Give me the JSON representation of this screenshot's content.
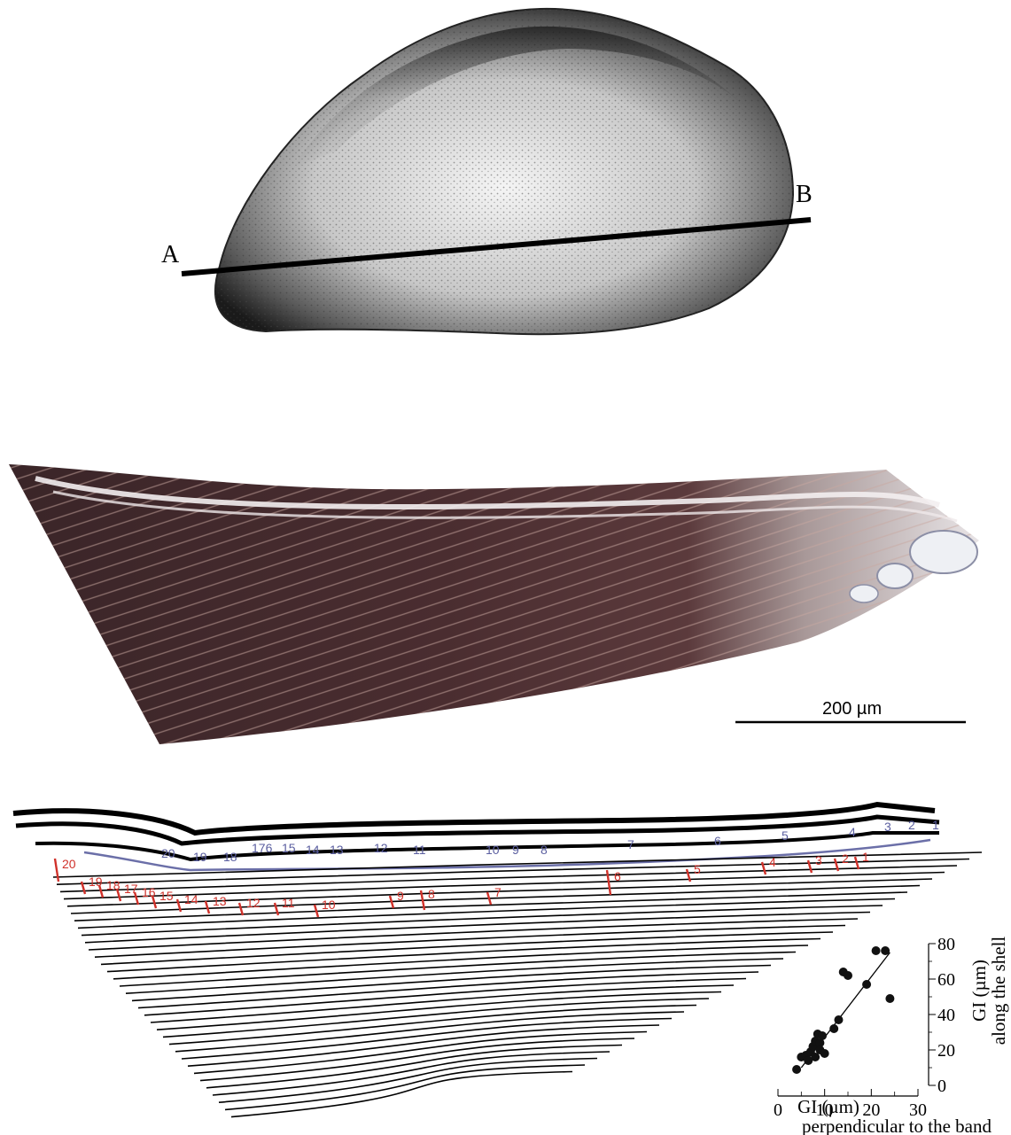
{
  "shell_drawing": {
    "point_a": "A",
    "point_b": "B"
  },
  "micrograph": {
    "scale_bar_label": "200 µm"
  },
  "band_drawing": {
    "blue_labels": [
      "20",
      "19",
      "18",
      "176",
      "15",
      "14",
      "13",
      "12",
      "11",
      "10",
      "9",
      "8",
      "7",
      "6",
      "5",
      "4",
      "3",
      "2",
      "1"
    ],
    "red_labels": [
      "20",
      "19",
      "18",
      "17",
      "16",
      "15",
      "14",
      "13",
      "12",
      "11",
      "10",
      "9",
      "8",
      "7",
      "6",
      "5",
      "4",
      "3",
      "2",
      "1"
    ]
  },
  "chart_data": {
    "type": "scatter",
    "xlabel": "GI (µm)",
    "xlabel_line2": "perpendicular to the band",
    "ylabel": "GI (µm)",
    "ylabel_line2": "along the shell",
    "xlim": [
      0,
      30
    ],
    "ylim": [
      0,
      80
    ],
    "x_ticks": [
      "0",
      "10",
      "20",
      "30"
    ],
    "y_ticks": [
      "0",
      "20",
      "40",
      "60",
      "80"
    ],
    "points": [
      [
        4,
        9
      ],
      [
        5,
        16
      ],
      [
        6,
        17
      ],
      [
        6.5,
        14
      ],
      [
        7,
        19
      ],
      [
        7.5,
        22
      ],
      [
        8,
        16
      ],
      [
        8,
        25
      ],
      [
        8.5,
        29
      ],
      [
        9,
        24
      ],
      [
        9,
        20
      ],
      [
        9.5,
        28
      ],
      [
        10,
        18
      ],
      [
        12,
        32
      ],
      [
        13,
        37
      ],
      [
        14,
        64
      ],
      [
        15,
        62
      ],
      [
        19,
        57
      ],
      [
        21,
        76
      ],
      [
        23,
        76
      ],
      [
        24,
        49
      ]
    ],
    "trendline": {
      "x": [
        5,
        24
      ],
      "y": [
        10,
        75
      ]
    },
    "grid": false
  }
}
